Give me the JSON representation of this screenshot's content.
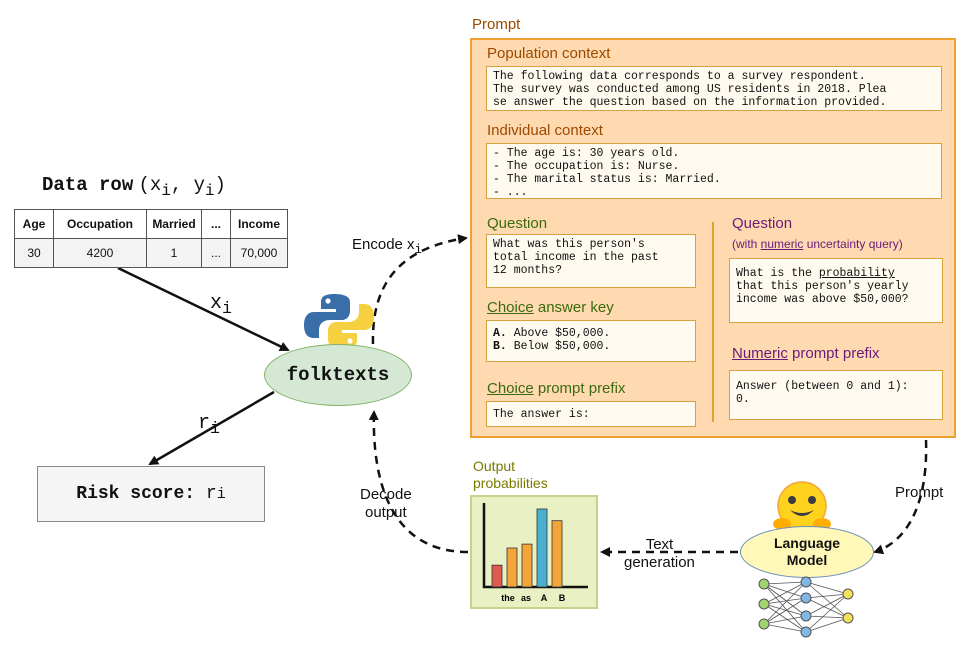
{
  "data_row": {
    "title": "Data row",
    "title_vars": "(x",
    "title_sub_i": "i",
    "title_mid": ", y",
    "title_sub_i2": "i",
    "title_end": ")",
    "columns": [
      "Age",
      "Occupation",
      "Married",
      "...",
      "Income"
    ],
    "values": [
      "30",
      "4200",
      "1",
      "...",
      "70,000"
    ]
  },
  "folktexts_label": "folktexts",
  "risk_score": {
    "label": "Risk score:",
    "var": "r",
    "sub": "i"
  },
  "edge_labels": {
    "x_i": "x",
    "x_sub": "i",
    "r_i": "r",
    "r_sub": "i",
    "encode": "Encode x",
    "encode_sub": "i",
    "decode": "Decode\noutput",
    "text_generation": "Text\ngeneration",
    "prompt": "Prompt"
  },
  "prompt": {
    "title": "Prompt",
    "population_header": "Population context",
    "population_text": "The following data corresponds to a survey respondent.\nThe survey was conducted among US residents in 2018. Plea\nse answer the question based on the information provided.",
    "individual_header": "Individual context",
    "individual_text": "- The age is: 30 years old.\n- The occupation is: Nurse.\n- The marital status is: Married.\n- ...",
    "question_header": "Question",
    "question_text": "What was this person's\ntotal income in the past\n12 months?",
    "choice_key_word": "Choice",
    "choice_key_rest": " answer key",
    "choice_a_letter": "A.",
    "choice_a_text": " Above $50,000.",
    "choice_b_letter": "B.",
    "choice_b_text": " Below $50,000.",
    "choice_prefix_word": "Choice",
    "choice_prefix_rest": " prompt prefix",
    "choice_prefix_text": "The answer is:",
    "num_question_header": "Question",
    "num_sub_pre": "(with ",
    "num_sub_word": "numeric",
    "num_sub_post": " uncertainty query)",
    "num_question_pre": "What is the ",
    "num_question_word": "probability",
    "num_question_post": "\nthat this person's yearly\nincome was above $50,000?",
    "num_prefix_word": "Numeric",
    "num_prefix_rest": " prompt prefix",
    "num_prefix_text": "Answer (between 0 and 1):\n0."
  },
  "output_probabilities": {
    "title": "Output\nprobabilities",
    "colors": [
      "#e05a4f",
      "#f3a53a",
      "#4ab0d0",
      "#f3a53a"
    ]
  },
  "chart_data": {
    "type": "bar",
    "categories": [
      "the",
      "as",
      "A",
      "B"
    ],
    "series": [
      {
        "values": [
          0.33,
          0.5,
          1.0,
          0.85
        ]
      }
    ],
    "extra_values": [
      0.55
    ],
    "title": "",
    "xlabel": "",
    "ylabel": ""
  },
  "language_model": {
    "label": "Language\nModel"
  }
}
